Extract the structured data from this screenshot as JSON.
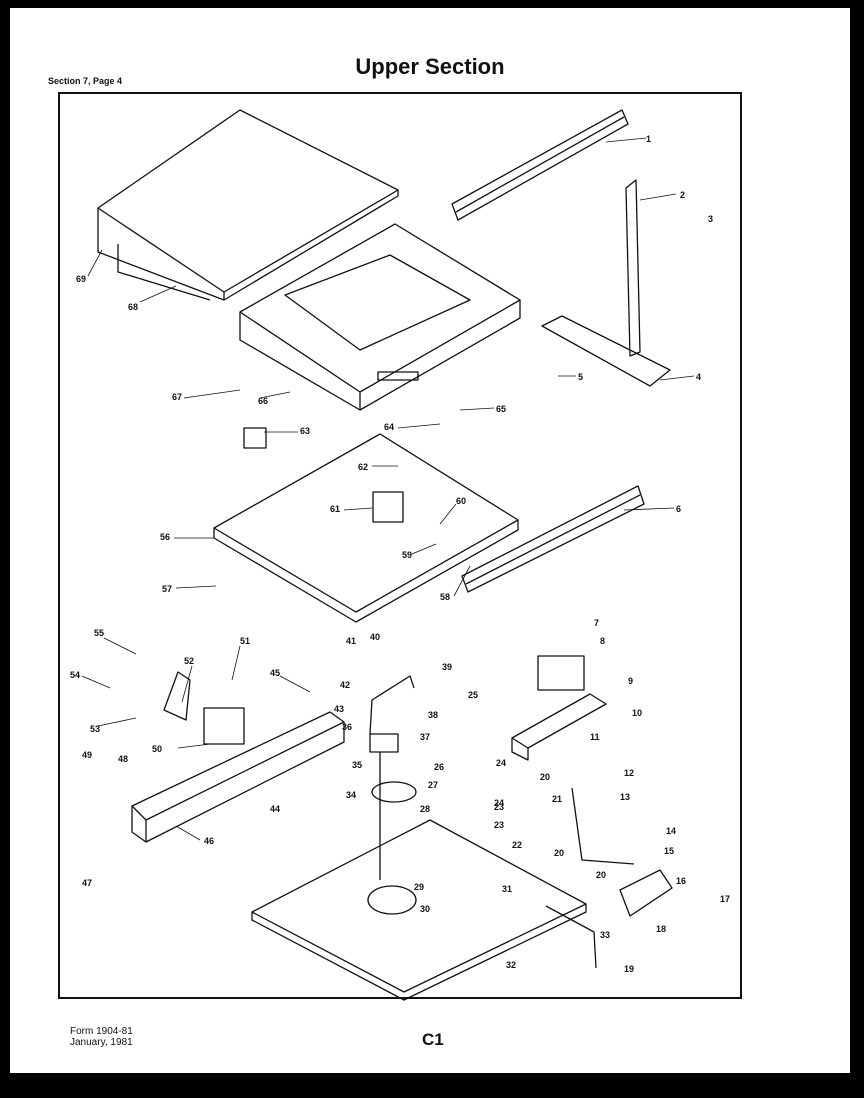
{
  "header": {
    "section_page": "Section 7, Page 4",
    "title": "Upper Section"
  },
  "footer": {
    "form_number": "Form 1904-81",
    "date": "January, 1981",
    "page_code": "C1"
  },
  "callouts": [
    "1",
    "2",
    "3",
    "4",
    "5",
    "6",
    "7",
    "8",
    "9",
    "10",
    "11",
    "12",
    "13",
    "14",
    "15",
    "16",
    "17",
    "18",
    "19",
    "20",
    "20",
    "20",
    "21",
    "22",
    "23",
    "23",
    "24",
    "24",
    "25",
    "26",
    "27",
    "28",
    "29",
    "30",
    "31",
    "32",
    "33",
    "34",
    "35",
    "36",
    "37",
    "38",
    "39",
    "40",
    "41",
    "42",
    "43",
    "44",
    "45",
    "46",
    "47",
    "48",
    "49",
    "50",
    "51",
    "52",
    "53",
    "54",
    "55",
    "56",
    "57",
    "58",
    "59",
    "60",
    "61",
    "62",
    "63",
    "64",
    "65",
    "66",
    "67",
    "68",
    "69"
  ]
}
